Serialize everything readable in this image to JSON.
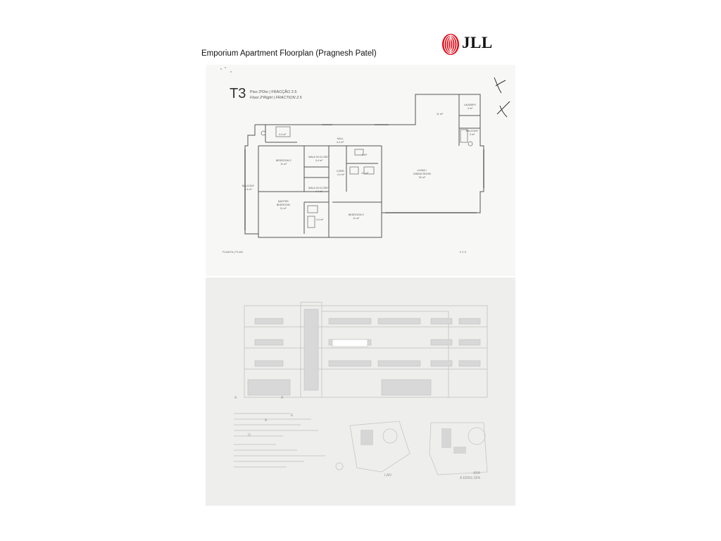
{
  "document": {
    "title": "Emporium Apartment Floorplan (Pragnesh Patel)",
    "logo_text": "JLL",
    "logo_color": "#e30613"
  },
  "plan": {
    "unit": "T3",
    "header_line1": "Piso  2ºDto  |  FRACÇÃO 2.5",
    "header_line2": "Floor  2ºRight |  FRACTION 2.5",
    "footer_label": "PLANTA | PLAN",
    "scale": "0  1  5",
    "rooms": {
      "hall": "HALL\n4.4 m²",
      "walk_in_closet_1": "WALK IN CLOSET\n4.4 m²",
      "walk_in_closet_2": "WALK IN CLOSET\n4.4 m²",
      "bedroom_2": "BEDROOM 2\n11 m²",
      "master_bedroom": "MASTER\nBEDROOM\n11 m²",
      "bedroom_3": "BEDROOM 3\n11 m²",
      "balcony_left": "BALCONY\n4.4 m²",
      "corridor": "CORR.\n4.4 m²",
      "living": "LIVING /\nDINING ROOM\n32 m²",
      "kitchen": "11 m²",
      "laundry": "LAUNDRY\n3 m²",
      "balcony_right": "BALCONY\n9 m²",
      "wc_1": "4.4 m²",
      "wc_2": "4.4 m²",
      "wc_3": "3 m²",
      "wc_4": "4.4 m²"
    }
  },
  "elevation": {
    "marker_a1": "A",
    "marker_a2": "A",
    "marker_e": "E",
    "marker_a3": "A",
    "marker_o": "O",
    "caption_left": "LAN",
    "caption_right_1": "ABA",
    "caption_right_2": "A  ERAS SPA"
  }
}
